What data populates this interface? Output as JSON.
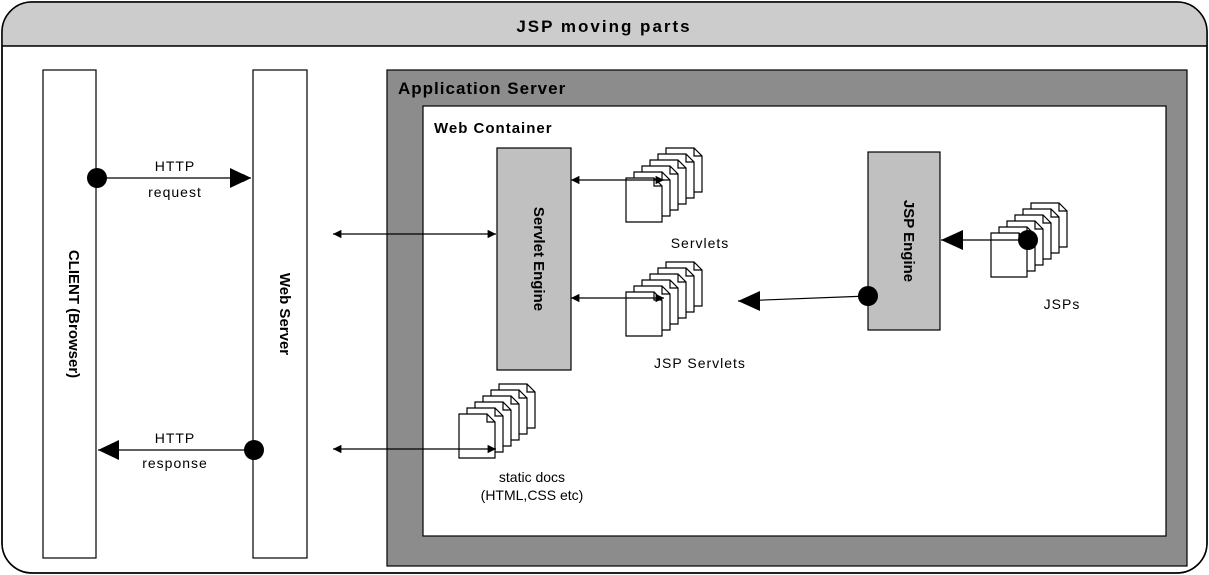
{
  "title": "JSP moving parts",
  "client": {
    "label": "CLIENT (Browser)"
  },
  "web_server": {
    "label": "Web Server"
  },
  "app_server": {
    "label": "Application Server"
  },
  "web_container": {
    "label": "Web Container"
  },
  "servlet_engine": {
    "label": "Servlet Engine"
  },
  "jsp_engine": {
    "label": "JSP Engine"
  },
  "http_request": {
    "line1": "HTTP",
    "line2": "request"
  },
  "http_response": {
    "line1": "HTTP",
    "line2": "response"
  },
  "servlets": {
    "label": "Servlets"
  },
  "jsp_servlets": {
    "label": "JSP Servlets"
  },
  "jsps": {
    "label": "JSPs"
  },
  "static_docs": {
    "line1": "static docs",
    "line2": "(HTML,CSS etc)"
  },
  "colors": {
    "app_server_fill": "#8c8c8c",
    "engine_fill": "#c0c0c0",
    "title_bar_fill": "#d9d9d9",
    "line": "#000000"
  }
}
